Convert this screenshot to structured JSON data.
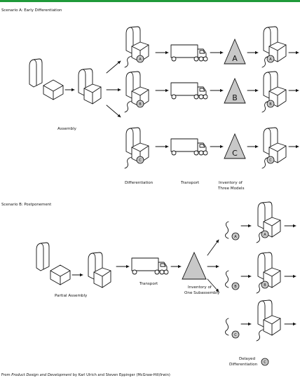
{
  "header_a": "Scenario A: Early Differentiation",
  "header_b": "Scenario B: Postponement",
  "labels_a": {
    "assembly": "Assembly",
    "differentiation": "Differentiation",
    "transport": "Transport",
    "inventory_line1": "Inventory of",
    "inventory_line2": "Three Models"
  },
  "labels_b": {
    "partial_assembly": "Partial Assembly",
    "transport": "Transport",
    "inventory_line1": "Inventory of",
    "inventory_line2": "One Subassembly",
    "delayed_line1": "Delayed",
    "delayed_line2": "Differentiation"
  },
  "models": [
    "A",
    "B",
    "C"
  ],
  "caption_prefix": "From ",
  "caption_title": "Product Design and Development",
  "caption_suffix": " by Karl Ulrich and Steven Eppinger (McGraw-Hill/Irwin)",
  "colors": {
    "accent_bar": "#1f9a3a",
    "triangle_fill": "#c8c8c8",
    "circle_fill": "#c8c8c8"
  }
}
